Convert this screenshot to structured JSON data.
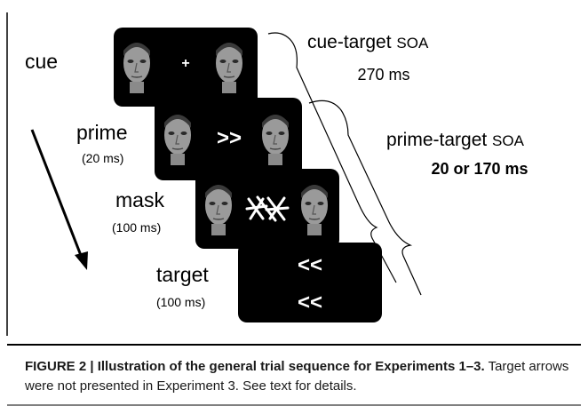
{
  "steps": [
    {
      "label": "cue",
      "sub": "",
      "center": "+"
    },
    {
      "label": "prime",
      "sub": "(20 ms)",
      "center": ">>"
    },
    {
      "label": "mask",
      "sub": "(100 ms)",
      "center": ""
    },
    {
      "label": "target",
      "sub": "(100 ms)",
      "center_top": "<<",
      "center_bottom": "<<"
    }
  ],
  "soa": {
    "cue_target": {
      "title": "cue-target",
      "title_suffix": "SOA",
      "value": "270 ms"
    },
    "prime_target": {
      "title": "prime-target",
      "title_suffix": "SOA",
      "value": "20 or 170 ms"
    }
  },
  "caption": {
    "figure_label": "FIGURE 2 | Illustration of the general trial sequence for Experiments 1–3.",
    "text": " Target arrows were not presented in Experiment 3. See text for details."
  },
  "colors": {
    "panel": "#000000",
    "symbol": "#ffffff",
    "caption_rule": "#000000"
  }
}
